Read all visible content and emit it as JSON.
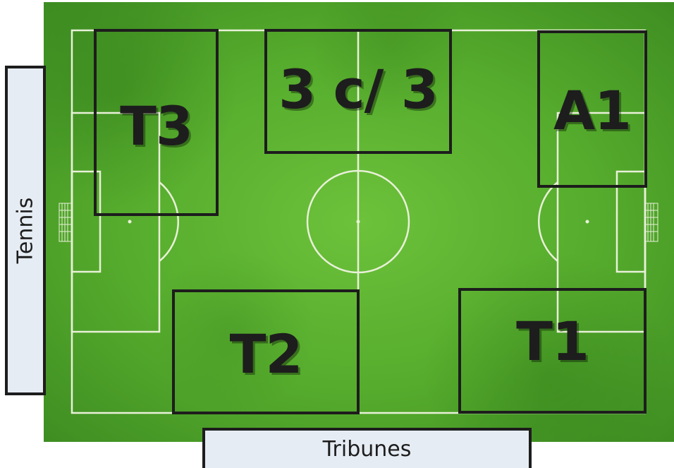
{
  "colors": {
    "pitch": "#5bb431",
    "line": "#e9f0d9",
    "zone_border": "#1d1d1d",
    "side_box_bg": "#e6ecf3"
  },
  "zones": {
    "t3": "T3",
    "c3": "3 c/ 3",
    "a1": "A1",
    "t2": "T2",
    "t1": "T1"
  },
  "sides": {
    "tennis": "Tennis",
    "tribunes": "Tribunes"
  }
}
